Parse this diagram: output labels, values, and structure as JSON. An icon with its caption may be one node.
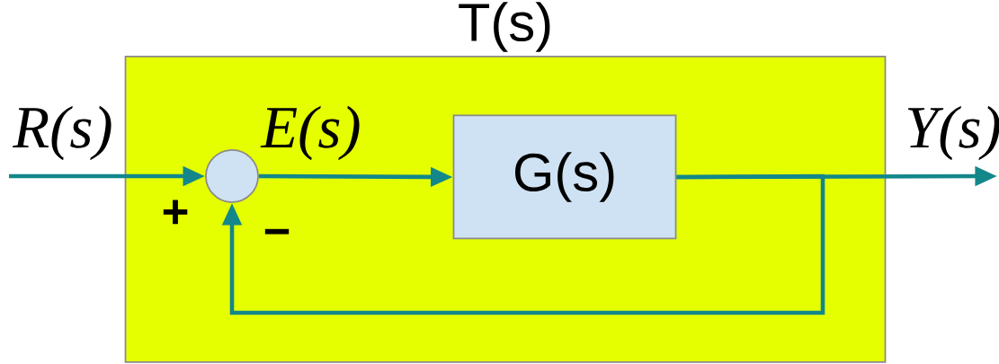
{
  "diagram": {
    "nodes": [
      {
        "text": [
          "T(s)"
        ]
      },
      {
        "text": [],
        "shape": "circle",
        "in": 0
      },
      {
        "text": [
          "G(s)"
        ],
        "in": 0
      }
    ],
    "edges": [
      {
        "from": null,
        "to": 1,
        "arrow": "to",
        "label": "R(s)"
      },
      {
        "from": 1,
        "to": 2,
        "arrow": "to",
        "label": "E(s)"
      },
      {
        "from": 2,
        "to": null,
        "arrow": "to",
        "label": "Y(s)"
      },
      {
        "from": 2,
        "to": 1,
        "arrow": "to"
      }
    ],
    "labels": [
      "+",
      "−"
    ]
  }
}
